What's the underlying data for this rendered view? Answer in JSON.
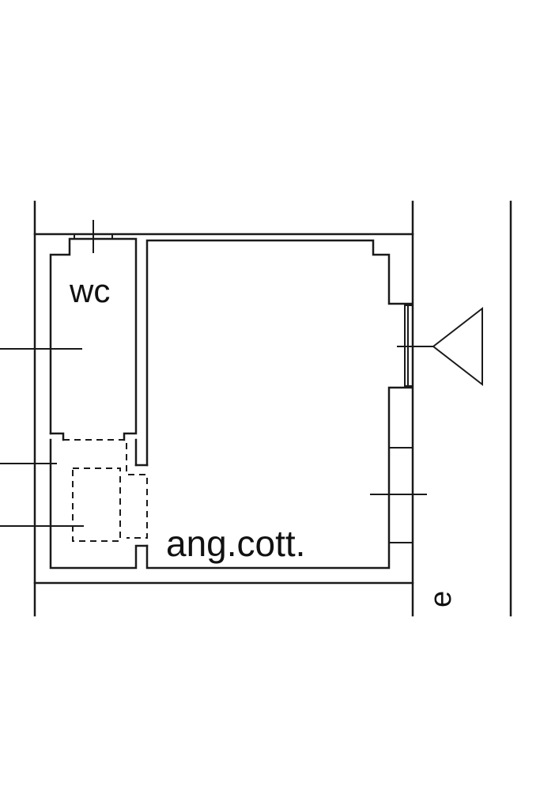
{
  "labels": {
    "wc": "wc",
    "kitchenette": "ang.cott.",
    "edge_fragment": "e"
  },
  "colors": {
    "line": "#1a1a1a",
    "background": "#ffffff"
  }
}
